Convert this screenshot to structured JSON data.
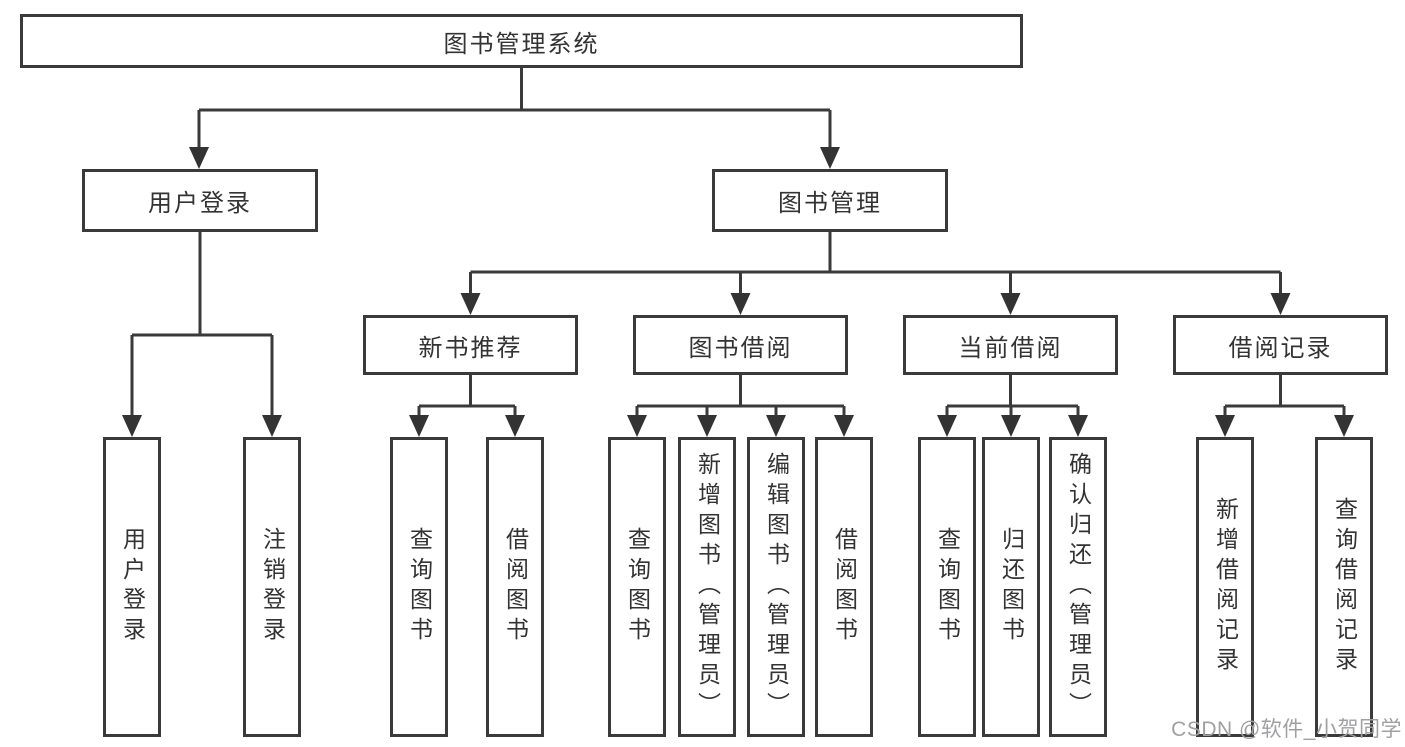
{
  "diagram": {
    "title": "图书管理系统",
    "user_login": {
      "label": "用户登录",
      "children": [
        "用户登录",
        "注销登录"
      ]
    },
    "book_mgmt": {
      "label": "图书管理",
      "sections": [
        {
          "label": "新书推荐",
          "children": [
            "查询图书",
            "借阅图书"
          ]
        },
        {
          "label": "图书借阅",
          "children": [
            "查询图书",
            "新增图书（管理员）",
            "编辑图书（管理员）",
            "借阅图书"
          ]
        },
        {
          "label": "当前借阅",
          "children": [
            "查询图书",
            "归还图书",
            "确认归还（管理员）"
          ]
        },
        {
          "label": "借阅记录",
          "children": [
            "新增借阅记录",
            "查询借阅记录"
          ]
        }
      ]
    }
  },
  "watermark": {
    "text": "CSDN @软件_小贺同学",
    "color": "#a0a0a2"
  },
  "colors": {
    "line": "#3a3a3a",
    "box_border": "#3a3a3a",
    "text": "#333333",
    "background": "#ffffff"
  }
}
